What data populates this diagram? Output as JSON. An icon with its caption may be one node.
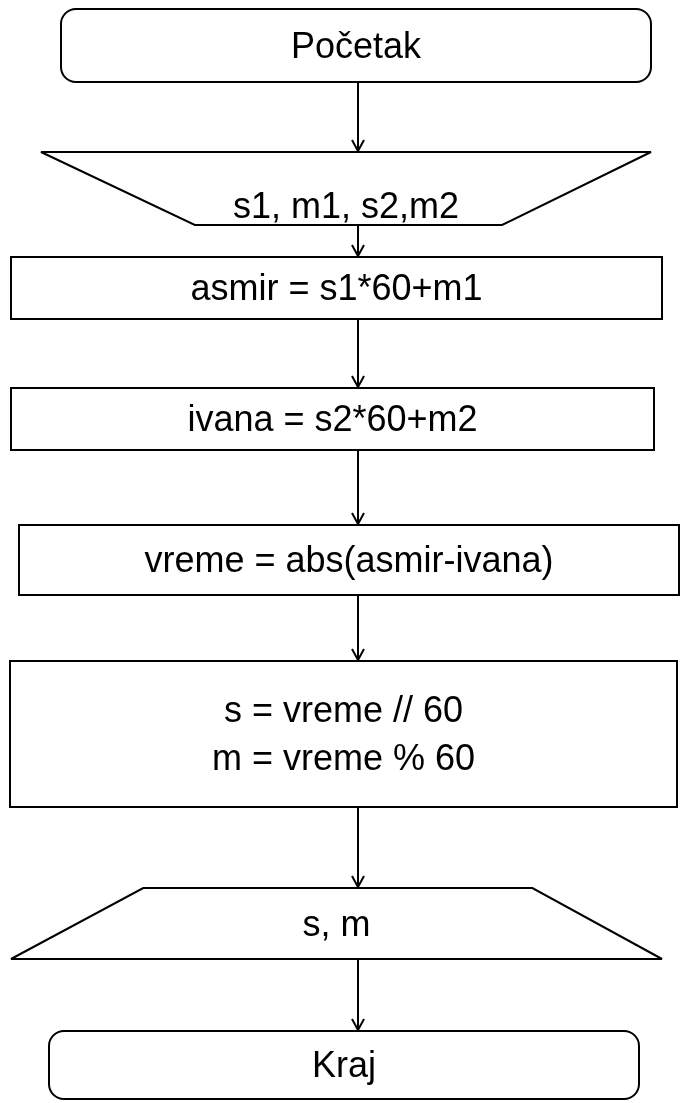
{
  "diagram": {
    "nodes": [
      {
        "text": [
          "Početak"
        ]
      },
      {
        "text": [
          "s1, m1, s2,m2"
        ]
      },
      {
        "text": [
          "asmir = s1*60+m1"
        ]
      },
      {
        "text": [
          "ivana = s2*60+m2"
        ]
      },
      {
        "text": [
          "vreme = abs(asmir-ivana)"
        ]
      },
      {
        "text": [
          "s = vreme // 60",
          "m = vreme % 60"
        ]
      },
      {
        "text": [
          "s, m"
        ]
      },
      {
        "text": [
          "Kraj"
        ]
      }
    ],
    "edges": [
      {
        "from": 0,
        "to": 1,
        "arrow": "to"
      },
      {
        "from": 1,
        "to": 2,
        "arrow": "to"
      },
      {
        "from": 2,
        "to": 3,
        "arrow": "to"
      },
      {
        "from": 3,
        "to": 4,
        "arrow": "to"
      },
      {
        "from": 4,
        "to": 5,
        "arrow": "to"
      },
      {
        "from": 5,
        "to": 6,
        "arrow": "to"
      },
      {
        "from": 6,
        "to": 7,
        "arrow": "to"
      }
    ]
  }
}
